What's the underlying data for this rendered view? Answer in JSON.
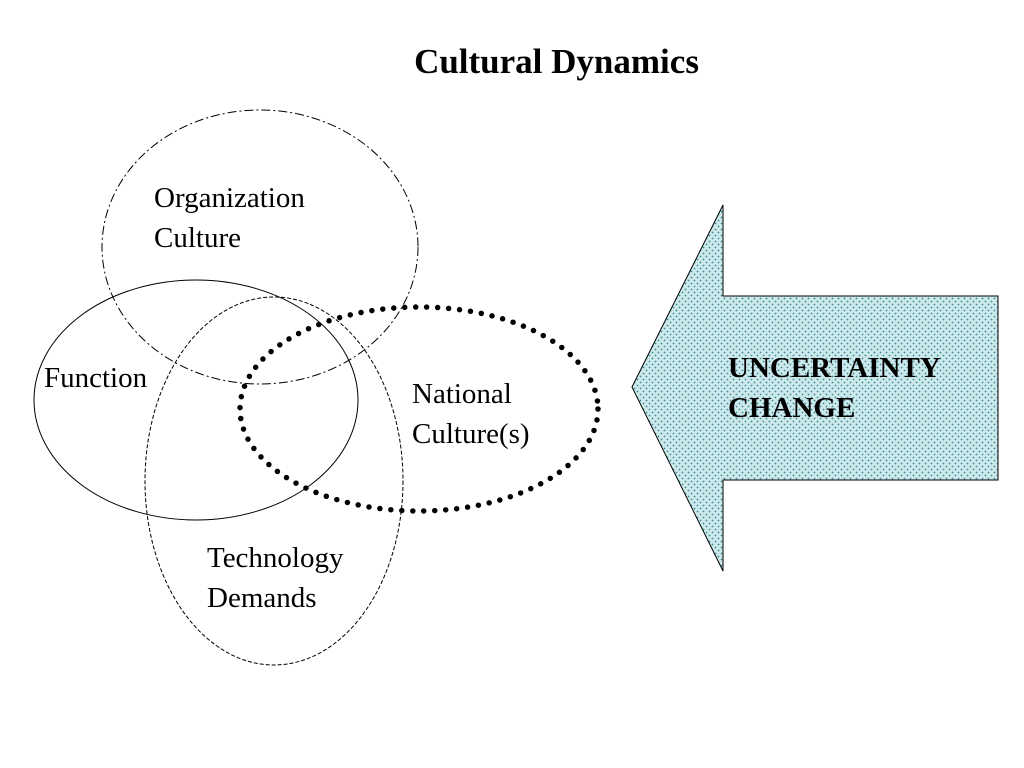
{
  "title": "Cultural Dynamics",
  "circles": {
    "organization": {
      "line1": "Organization",
      "line2": "Culture"
    },
    "function": {
      "line1": "Function"
    },
    "national": {
      "line1": "National",
      "line2": "Culture(s)"
    },
    "technology": {
      "line1": "Technology",
      "line2": "Demands"
    }
  },
  "arrow": {
    "line1": "UNCERTAINTY",
    "line2": "CHANGE",
    "fill_color": "#cde9ec",
    "pattern_color": "#3a8a94"
  }
}
